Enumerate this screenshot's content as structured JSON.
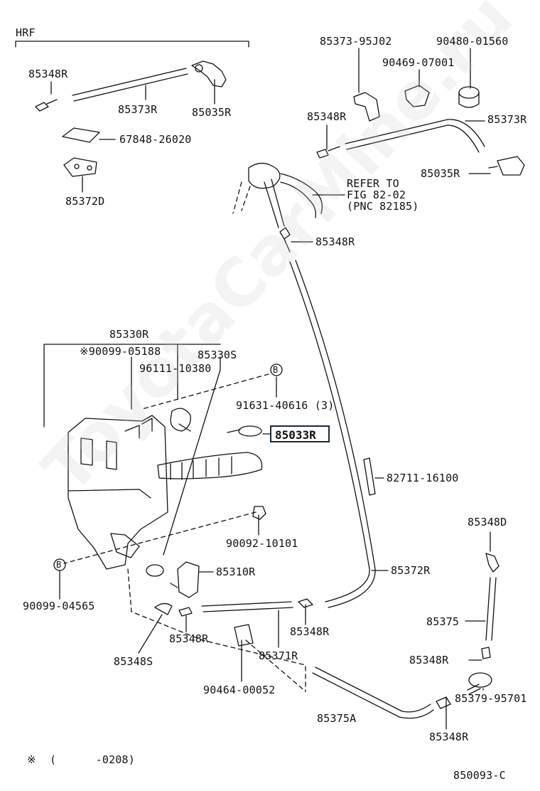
{
  "diagram": {
    "header": "HRF",
    "highlight_part": "85033R",
    "figure_code": "850093-C",
    "footnote": {
      "mark": "※",
      "text": "(      -0208)"
    },
    "watermark": "ToyotaCarMine.ru",
    "refer_note": {
      "line1": "REFER TO",
      "line2": "FIG 82-02",
      "line3": "(PNC 82185)"
    },
    "labels": {
      "p85348R_a": "85348R",
      "p85373R_a": "85373R",
      "p85035R_a": "85035R",
      "p67848": "67848-26020",
      "p85372D": "85372D",
      "p8537395": "85373-95J02",
      "p90480": "90480-01560",
      "p90469": "90469-07001",
      "p85348R_b": "85348R",
      "p85373R_b": "85373R",
      "p85035R_b": "85035R",
      "p85348R_c": "85348R",
      "p85330R": "85330R",
      "p90099_05188": "※90099-05188",
      "p85330S": "85330S",
      "p96111": "96111-10380",
      "p91631": "91631-40616 (3)",
      "p82711": "82711-16100",
      "p90092": "90092-10101",
      "p85348D": "85348D",
      "p85310R": "85310R",
      "p85372R": "85372R",
      "p90099_04565": "90099-04565",
      "p85375": "85375",
      "p85348R_d": "85348R",
      "p85348R_e": "85348R",
      "p85348S": "85348S",
      "p85371R": "85371R",
      "p85348R_f": "85348R",
      "p90464": "90464-00052",
      "p85375A": "85375A",
      "p85379": "85379-95701",
      "p85348R_g": "85348R",
      "b1": "B",
      "b2": "B"
    }
  }
}
